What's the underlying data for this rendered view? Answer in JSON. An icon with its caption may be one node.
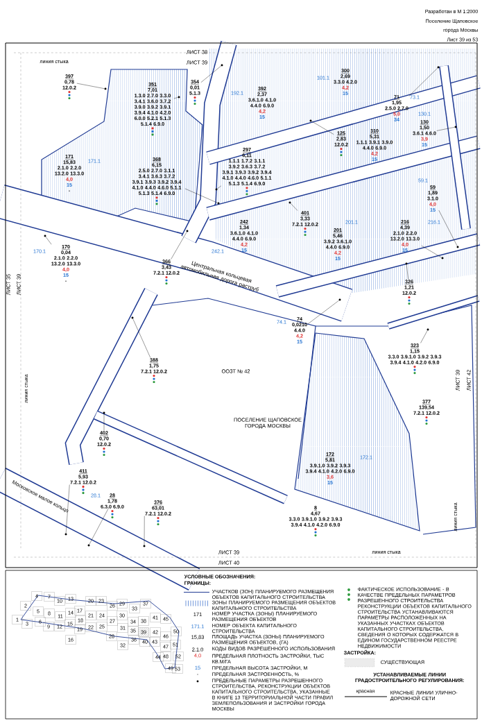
{
  "diagram": {
    "nodes": [
      {
        "text": [
          "397",
          "0,78",
          "12.0.2"
        ]
      },
      {
        "text": [
          "351",
          "7,01",
          "1.3.0 2.7.0 3.3.0 3.4.1 3.6.0 3.7.2 3.9.0 3.9.2 3.9.1 3.9.4 4.1.0 4.2.0 6.0.0 5.2.1 5.1.3 5.1.4 6.9.0"
        ]
      },
      {
        "text": [
          "354",
          "0,01",
          "5.1.3"
        ]
      },
      {
        "text": [
          "171",
          "15,83",
          "2.1.0 2.2.0 13.2.0 13.3.0",
          "4,0",
          "15",
          "-"
        ],
        "beside": [
          "171.1"
        ]
      },
      {
        "text": [
          "368",
          "6,15",
          "2.5.0 2.7.0 3.1.1 3.4.1 3.6.3 3.7.2 3.9.1 3.9.3 3.9.2 3.9.4 4.1.0 4.4.0 4.6.0 5.1.1 5.1.3 5.1.4 6.9.0"
        ]
      },
      {
        "text": [
          "170",
          "0,04",
          "2.1.0 2.2.0 13.2.0 13.3.0",
          "4,0",
          "15",
          "-"
        ],
        "beside": [
          "170.1"
        ]
      },
      {
        "text": [
          "366",
          "3,43",
          "7.2.1 12.0.2"
        ]
      },
      {
        "text": [
          "392",
          "2,37",
          "3.6.1.0 4.1.0 4.4.0 6.9.0",
          "4,2",
          "15"
        ],
        "beside": [
          "192.1"
        ]
      },
      {
        "text": [
          "300",
          "2,69",
          "3.3.0 4.2.0",
          "4,2",
          "15"
        ],
        "beside": [
          "101.1"
        ]
      },
      {
        "text": [
          "71",
          "1,95",
          "2.5.0 2.7.0",
          "5,0",
          "34"
        ],
        "beside": [
          "73.1"
        ]
      },
      {
        "text": [
          "130",
          "1,50",
          "3.6.1 4.6.0",
          "3,9",
          "15"
        ],
        "beside": [
          "130.1"
        ]
      },
      {
        "text": [
          "125",
          "2,83",
          "12.0.2"
        ]
      },
      {
        "text": [
          "310",
          "5,31",
          "1.1.1 3.9.1 3.9.0 4.4.0 6.9.0",
          "4,2",
          "15"
        ]
      },
      {
        "text": [
          "297",
          "6,11",
          "1.1.1 1.7.2 3.1.1 3.9.2 3.6.3 3.7.2 3.9.1 3.9.3 3.9.2 3.9.4 4.1.0 4.4.0 4.6.0 5.1.1 5.1.3 5.1.4 6.9.0"
        ]
      },
      {
        "text": [
          "401",
          "3,33",
          "7.2.1 12.0.2"
        ]
      },
      {
        "text": [
          "242",
          "1,34",
          "3.6.1.0 4.1.0 4.4.0 6.9.0",
          "4,2",
          "15"
        ],
        "beside": [
          "242.1"
        ]
      },
      {
        "text": [
          "201",
          "5,46",
          "3.9.2 3.6.1.0 4.4.0 6.9.0",
          "4,2",
          "15"
        ],
        "beside": [
          "201.1"
        ]
      },
      {
        "text": [
          "59",
          "1,89",
          "3.1.0",
          "4,0",
          "15"
        ],
        "beside": [
          "59.1"
        ]
      },
      {
        "text": [
          "216",
          "4,39",
          "2.1.0 2.2.0 13.2.0 13.3.0",
          "4,0",
          "15"
        ],
        "beside": [
          "216.1"
        ]
      },
      {
        "text": [
          "326",
          "1,21",
          "12.0.2"
        ]
      },
      {
        "text": [
          "74",
          "0,0210",
          "4.4.0",
          "4,2",
          "15"
        ],
        "beside": [
          "74.1"
        ]
      },
      {
        "text": [
          "323",
          "1,15",
          "3.3.0 3.9.1.0 3.9.2 3.9.3 3.9.4 4.1.0 4.2.0 6.9.0"
        ]
      },
      {
        "text": [
          "388",
          "1,75",
          "7.2.1 12.0.2"
        ]
      },
      {
        "text": [
          "377",
          "139,54",
          "7.2.1 12.0.2"
        ]
      },
      {
        "text": [
          "402",
          "0,70",
          "12.0.2"
        ]
      },
      {
        "text": [
          "411",
          "5,93",
          "7.2.1 12.0.2"
        ]
      },
      {
        "text": [
          "28",
          "1,78",
          "6.3.0 6.9.0"
        ],
        "beside": [
          "28.1"
        ]
      },
      {
        "text": [
          "376",
          "63,01",
          "7.2.1 12.0.2"
        ]
      },
      {
        "text": [
          "172",
          "5,81",
          "3.9.1.0 3.9.2 3.9.3 3.9.4 4.1.0 4.2.0 6.9.0",
          "3,6",
          "15"
        ],
        "beside": [
          "172.1"
        ]
      },
      {
        "text": [
          "8",
          "4,67",
          "3.3.0 3.9.1.0 3.9.2 3.9.3 3.9.4 4.1.0 4.2.0 6.9.0"
        ]
      },
      {
        "text": [],
        "shape": "circle"
      },
      {
        "text": [],
        "shape": "circle"
      },
      {
        "text": [],
        "shape": "circle"
      },
      {
        "text": [],
        "shape": "circle"
      },
      {
        "text": [],
        "shape": "circle"
      },
      {
        "text": [],
        "shape": "circle"
      },
      {
        "text": [],
        "shape": "circle"
      },
      {
        "text": [],
        "shape": "circle"
      },
      {
        "text": [],
        "shape": "circle"
      },
      {
        "text": [],
        "shape": "circle"
      },
      {
        "text": [],
        "shape": "circle"
      },
      {
        "text": [],
        "shape": "circle"
      },
      {
        "text": [],
        "shape": "circle"
      },
      {
        "text": [],
        "shape": "circle"
      },
      {
        "text": [],
        "shape": "circle"
      },
      {
        "text": [],
        "shape": "circle"
      },
      {
        "text": [],
        "shape": "circle"
      },
      {
        "text": [],
        "shape": "circle"
      },
      {
        "text": [],
        "shape": "circle"
      },
      {
        "text": [],
        "shape": "circle"
      },
      {
        "text": [],
        "shape": "circle"
      }
    ],
    "edges": [
      {
        "from": 0,
        "to": 30,
        "arrow": "none"
      },
      {
        "from": 1,
        "to": 31,
        "arrow": "none"
      },
      {
        "from": 2,
        "to": 32,
        "arrow": "none"
      },
      {
        "from": 4,
        "to": 33,
        "arrow": "none"
      },
      {
        "from": 5,
        "to": 34,
        "arrow": "none"
      },
      {
        "from": 6,
        "to": 35,
        "arrow": "none"
      },
      {
        "from": 9,
        "to": 36,
        "arrow": "none"
      },
      {
        "from": 10,
        "to": 37,
        "arrow": "none"
      },
      {
        "from": 11,
        "to": 38,
        "arrow": "none"
      },
      {
        "from": 13,
        "to": 39,
        "arrow": "none"
      },
      {
        "from": 14,
        "to": 40,
        "arrow": "none"
      },
      {
        "from": 17,
        "to": 41,
        "arrow": "none"
      },
      {
        "from": 18,
        "to": 42,
        "arrow": "none"
      },
      {
        "from": 19,
        "to": 43,
        "arrow": "none"
      },
      {
        "from": 20,
        "to": 44,
        "arrow": "none"
      },
      {
        "from": 21,
        "to": 45,
        "arrow": "none"
      },
      {
        "from": 22,
        "to": 46,
        "arrow": "none"
      },
      {
        "from": 24,
        "to": 47,
        "arrow": "none"
      },
      {
        "from": 25,
        "to": 48,
        "arrow": "none"
      },
      {
        "from": 26,
        "to": 49,
        "arrow": "none"
      },
      {
        "from": 27,
        "to": 50,
        "arrow": "none"
      }
    ],
    "labels": [
      "Разработан в М 1:2000",
      "Поселение Щаповское",
      "города Москвы",
      "Лист 39 из 53",
      "ЛИСТ 38",
      "ЛИСТ 39",
      "линия стыка",
      "ЛИСТ 35",
      "ЛИСТ 39",
      "Центральная кольцевая автомобильная дорога раструб",
      "линия стыка",
      "ООЗТ № 42",
      "ПОСЕЛЕНИЕ ЩАПОВСКОЕ ГОРОДА МОСКВЫ",
      "ЛИСТ 39",
      "ЛИСТ 42",
      "Московское малое кольцо",
      "ЛИСТ 39",
      "ЛИСТ 40",
      "линия стыка",
      "линия стыка",
      "УСЛОВНЫЕ ОБОЗНАЧЕНИЯ:",
      "ГРАНИЦЫ:",
      "171",
      "171.1",
      "15,83",
      "2.1.0",
      "4,0",
      "15",
      "-",
      "ЗАСТРОЙКА:",
      "УСТАНАВЛИВАЕМЫЕ ЛИНИИ ГРАДОСТРОИТЕЛЬНОГО РЕГУЛИРОВАНИЯ:",
      "красная",
      "1",
      "2",
      "3",
      "4",
      "5",
      "6",
      "7",
      "8",
      "9",
      "10",
      "11",
      "12",
      "13",
      "14",
      "15",
      "16",
      "17",
      "18",
      "19",
      "20",
      "21",
      "22",
      "23",
      "24",
      "25",
      "26",
      "27",
      "28",
      "29",
      "30",
      "31",
      "32",
      "33",
      "34",
      "35",
      "36",
      "37",
      "38",
      "39",
      "40",
      "41",
      "42",
      "43",
      "44",
      "45",
      "46",
      "47",
      "48",
      "49",
      "50",
      "51",
      "52",
      "53"
    ],
    "legend": [
      {
        "text": "УЧАСТКОВ (ЗОН) ПЛАНИРУЕМОГО РАЗМЕЩЕНИЯ ОБЪЕКТОВ КАПИТАЛЬНОГО СТРОИТЕЛЬСТВА"
      },
      {
        "text": "ЗОНЫ ПЛАНИРУЕМОГО РАЗМЕЩЕНИЯ ОБЪЕКТОВ КАПИТАЛЬНОГО СТРОИТЕЛЬСТВА"
      },
      {
        "text": "НОМЕР УЧАСТКА (ЗОНЫ) ПЛАНИРУЕМОГО РАЗМЕЩЕНИЯ ОБЪЕКТОВ"
      },
      {
        "text": "НОМЕР ОБЪЕКТА КАПИТАЛЬНОГО СТРОИТЕЛЬСТВА"
      },
      {
        "text": "ПЛОЩАДЬ УЧАСТКА (ЗОНЫ) ПЛАНИРУЕМОГО РАЗМЕЩЕНИЯ ОБЪЕКТОВ, (ГА)"
      },
      {
        "text": "КОДЫ ВИДОВ РАЗРЕШЕННОГО ИСПОЛЬЗОВАНИЯ"
      },
      {
        "text": "ПРЕДЕЛЬНАЯ ПЛОТНОСТЬ ЗАСТРОЙКИ, ТЫС КВ.М/ГА"
      },
      {
        "text": "ПРЕДЕЛЬНАЯ ВЫСОТА ЗАСТРОЙКИ, М"
      },
      {
        "text": "ПРЕДЕЛЬНАЯ ЗАСТРОЕННОСТЬ, %"
      },
      {
        "text": "ПРЕДЕЛЬНЫЕ ПАРАМЕТРЫ РАЗРЕШЕННОГО СТРОИТЕЛЬСТВА, РЕКОНСТРУКЦИИ ОБЪЕКТОВ КАПИТАЛЬНОГО СТРОИТЕЛЬСТВА, УКАЗАННЫЕ В КНИГЕ 13 ТЕРРИТОРИАЛЬНОЙ ЧАСТИ ПРАВИЛ ЗЕМЛЕПОЛЬЗОВАНИЯ И ЗАСТРОЙКИ ГОРОДА МОСКВЫ"
      },
      {
        "text": "ФАКТИЧЕСКОЕ ИСПОЛЬЗОВАНИЕ - В КАЧЕСТВЕ ПРЕДЕЛЬНЫХ ПАРАМЕТРОВ РАЗРЕШЕННОГО СТРОИТЕЛЬСТВА РЕКОНСТРУКЦИИ ОБЪЕКТОВ КАПИТАЛЬНОГО СТРОИТЕЛЬСТВА УСТАНАВЛИВАЮТСЯ ПАРАМЕТРЫ РАСПОЛОЖЕННЫХ НА УКАЗАННЫХ УЧАСТКАХ ОБЪЕКТОВ КАПИТАЛЬНОГО СТРОИТЕЛЬСТВА, СВЕДЕНИЯ О КОТОРЫХ СОДЕРЖАТСЯ В ЕДИНОМ ГОСУДАРСТВЕННОМ РЕЕСТРЕ НЕДВИЖИМОСТИ"
      },
      {
        "text": "СУЩЕСТВУЮЩАЯ"
      },
      {
        "text": "КРАСНЫЕ ЛИНИИ УЛИЧНО-ДОРОЖНОЙ СЕТИ"
      }
    ]
  }
}
